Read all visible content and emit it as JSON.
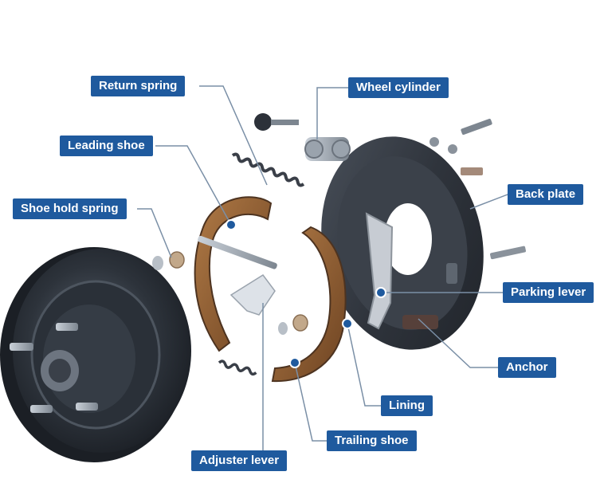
{
  "labels": {
    "return_spring": "Return spring",
    "wheel_cylinder": "Wheel cylinder",
    "leading_shoe": "Leading shoe",
    "shoe_hold_spring": "Shoe hold spring",
    "back_plate": "Back plate",
    "parking_lever": "Parking lever",
    "anchor": "Anchor",
    "lining": "Lining",
    "trailing_shoe": "Trailing shoe",
    "adjuster_lever": "Adjuster lever"
  },
  "colors": {
    "callout_bg": "#1f5a9e",
    "leader_line": "#7a8fa6",
    "marker_fill": "#1f5a9e",
    "shoe_lining": "#8a5a32",
    "metal_dark": "#3a3f48",
    "metal_light": "#9aa3ad"
  }
}
